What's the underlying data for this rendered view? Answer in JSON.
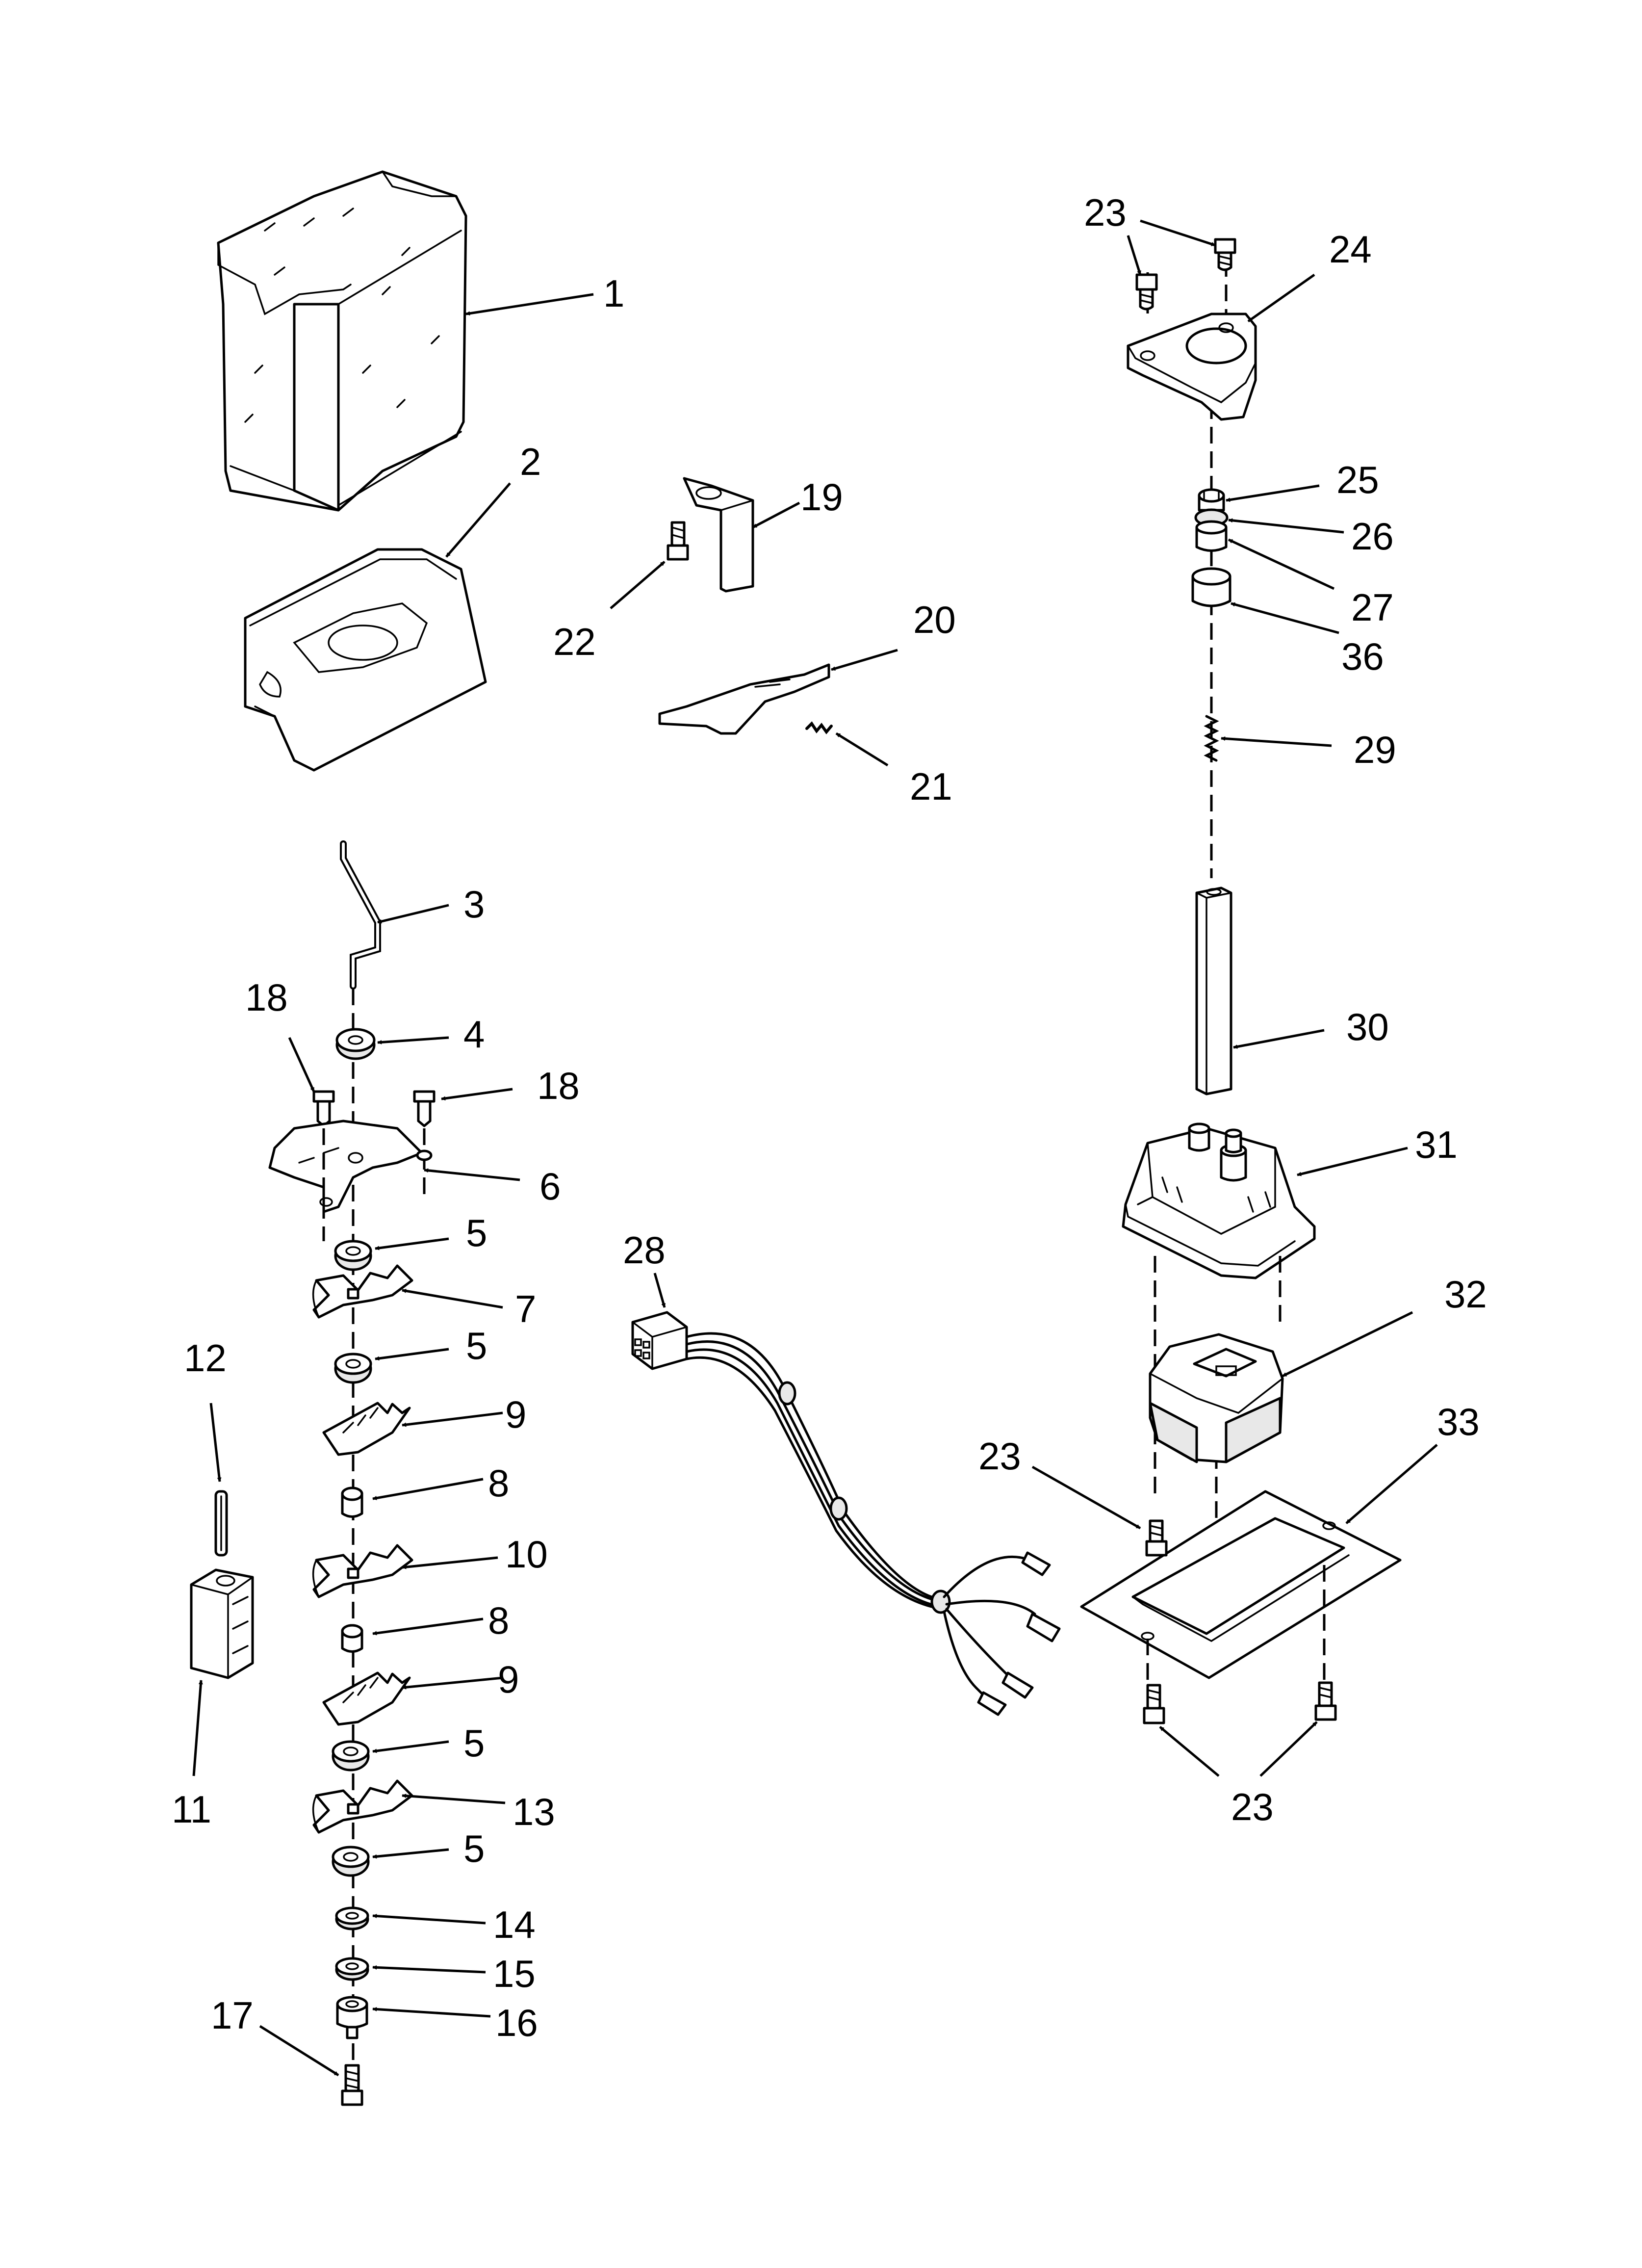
{
  "callouts": {
    "c1": "1",
    "c2": "2",
    "c3": "3",
    "c4": "4",
    "c5a": "5",
    "c5b": "5",
    "c5c": "5",
    "c5d": "5",
    "c6": "6",
    "c7": "7",
    "c8a": "8",
    "c8b": "8",
    "c9a": "9",
    "c9b": "9",
    "c10": "10",
    "c11": "11",
    "c12": "12",
    "c13": "13",
    "c14": "14",
    "c15": "15",
    "c16": "16",
    "c17": "17",
    "c18a": "18",
    "c18b": "18",
    "c19": "19",
    "c20": "20",
    "c21": "21",
    "c22": "22",
    "c23a": "23",
    "c23b": "23",
    "c23c": "23",
    "c24": "24",
    "c25": "25",
    "c26": "26",
    "c27": "27",
    "c28": "28",
    "c29": "29",
    "c30": "30",
    "c31": "31",
    "c32": "32",
    "c33": "33",
    "c36": "36"
  },
  "colors": {
    "line": "#000000",
    "background": "#ffffff",
    "shade": "#e8e8e8"
  }
}
